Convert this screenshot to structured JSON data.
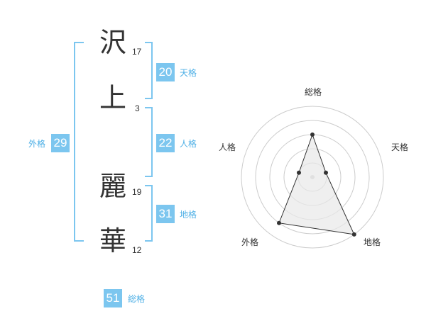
{
  "name": {
    "chars": [
      {
        "char": "沢",
        "strokes": "17"
      },
      {
        "char": "上",
        "strokes": "3"
      },
      {
        "char": "麗",
        "strokes": "19"
      },
      {
        "char": "華",
        "strokes": "12"
      }
    ]
  },
  "fortune": {
    "tenkaku": {
      "value": "20",
      "label": "天格"
    },
    "jinkaku": {
      "value": "22",
      "label": "人格"
    },
    "chikaku": {
      "value": "31",
      "label": "地格"
    },
    "gaikaku": {
      "value": "29",
      "label": "外格"
    },
    "soukaku": {
      "value": "51",
      "label": "総格"
    }
  },
  "radar": {
    "axis_labels": {
      "top": "総格",
      "right": "天格",
      "left": "人格",
      "bottom_right": "地格",
      "bottom_left": "外格"
    },
    "ring_count": 5,
    "levels": {
      "soukaku": 3,
      "tenkaku": 1,
      "chikaku": 5,
      "gaikaku": 4,
      "jinkaku": 1
    },
    "colors": {
      "ring": "#cccccc",
      "fill": "#e8e8e8",
      "line": "#333333",
      "point": "#333333"
    }
  },
  "colors": {
    "bracket": "#7cc6ef",
    "badge": "#7cc6ef"
  }
}
